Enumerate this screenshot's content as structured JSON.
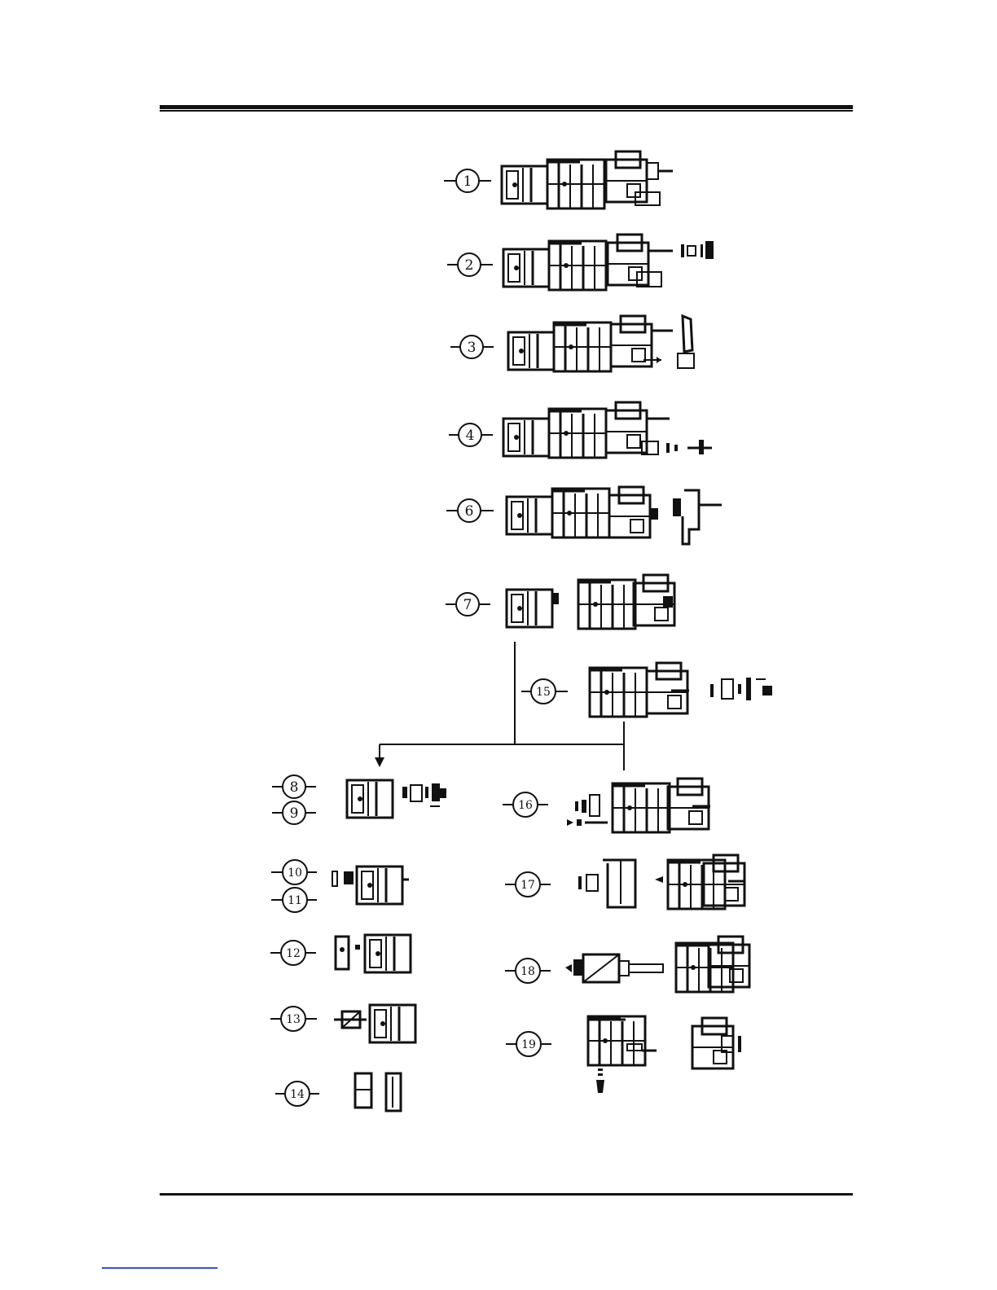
{
  "diagram": {
    "steps": [
      {
        "id": "1"
      },
      {
        "id": "2"
      },
      {
        "id": "3"
      },
      {
        "id": "4"
      },
      {
        "id": "6"
      },
      {
        "id": "7"
      },
      {
        "id": "15"
      },
      {
        "id": "8"
      },
      {
        "id": "9"
      },
      {
        "id": "10"
      },
      {
        "id": "11"
      },
      {
        "id": "12"
      },
      {
        "id": "13"
      },
      {
        "id": "14"
      },
      {
        "id": "16"
      },
      {
        "id": "17"
      },
      {
        "id": "18"
      },
      {
        "id": "19"
      }
    ]
  },
  "colors": {
    "ink": "#111111",
    "link": "#3355cc"
  }
}
